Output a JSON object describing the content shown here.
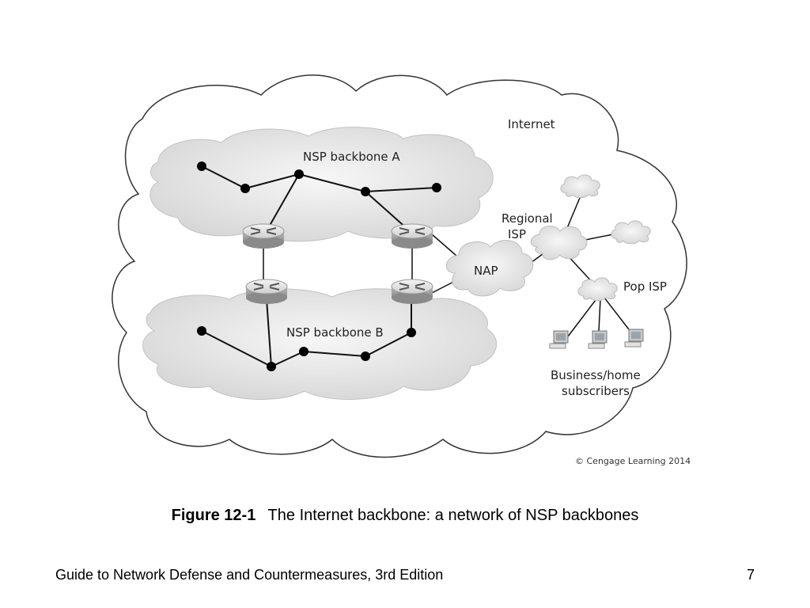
{
  "diagram": {
    "labels": {
      "internet": "Internet",
      "backbone_a": "NSP backbone A",
      "backbone_b": "NSP backbone B",
      "regional_isp_line1": "Regional",
      "regional_isp_line2": "ISP",
      "nap": "NAP",
      "pop_isp": "Pop ISP",
      "subscribers_line1": "Business/home",
      "subscribers_line2": "subscribers"
    },
    "credit": "© Cengage Learning 2014",
    "icons": [
      "router-icon",
      "cloud-icon",
      "computer-icon",
      "node-dot"
    ]
  },
  "caption": {
    "number": "Figure 12-1",
    "text": "The Internet backbone: a network of NSP backbones"
  },
  "footer": {
    "title": "Guide to Network Defense and Countermeasures, 3rd Edition",
    "page": "7"
  }
}
